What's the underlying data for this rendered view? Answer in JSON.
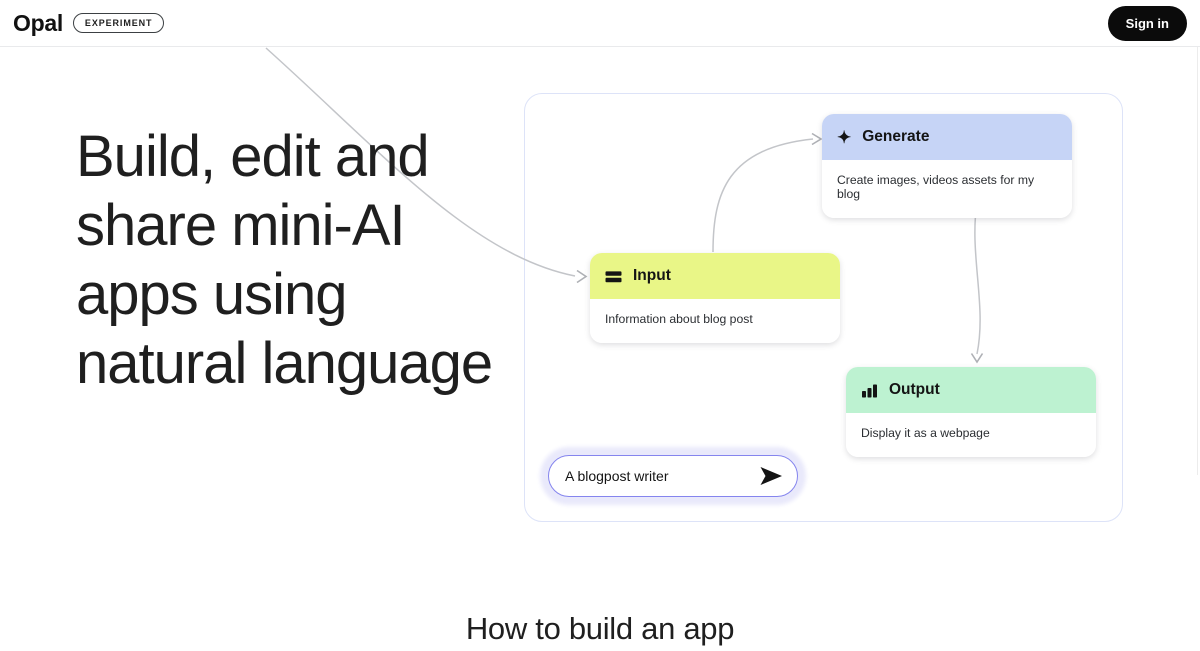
{
  "header": {
    "logo": "Opal",
    "badge": "EXPERIMENT",
    "sign_in_label": "Sign in"
  },
  "hero": {
    "heading_lines": [
      "Build, edit and",
      "share mini-AI",
      "apps using",
      "natural language"
    ]
  },
  "workflow": {
    "nodes": [
      {
        "id": "generate",
        "title": "Generate",
        "description": "Create images, videos assets for my blog",
        "header_color": "#c6d4f6",
        "icon": "sparkle-icon"
      },
      {
        "id": "input",
        "title": "Input",
        "description": "Information about blog post",
        "header_color": "#e9f687",
        "icon": "input-icon"
      },
      {
        "id": "output",
        "title": "Output",
        "description": "Display it as a webpage",
        "header_color": "#bdf2d1",
        "icon": "bar-chart-icon"
      }
    ],
    "prompt": {
      "value": "A blogpost writer",
      "send_icon": "send-icon"
    },
    "connector_color": "#b6b8bd"
  },
  "section": {
    "how_to_title": "How to build an app"
  }
}
